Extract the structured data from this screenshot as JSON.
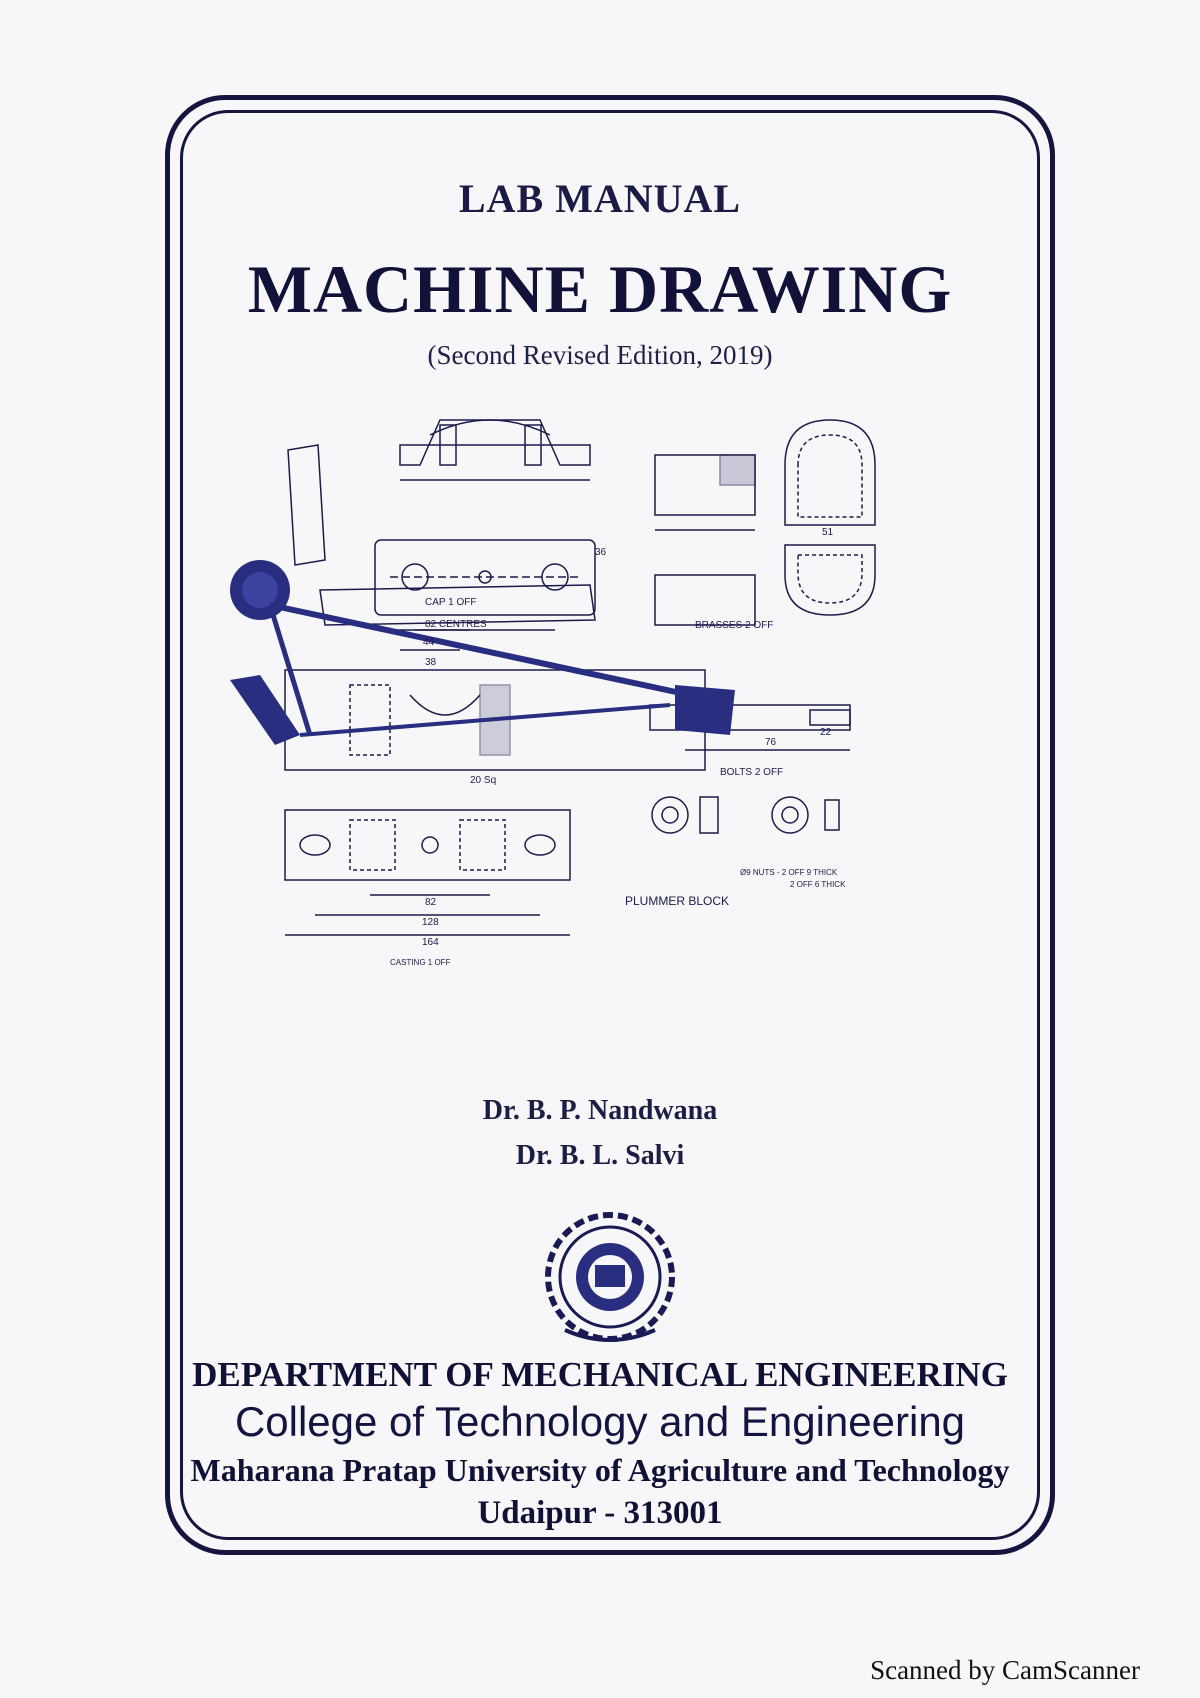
{
  "cover": {
    "label": "LAB MANUAL",
    "title": "MACHINE DRAWING",
    "edition": "(Second Revised Edition, 2019)"
  },
  "authors": [
    "Dr. B. P. Nandwana",
    "Dr. B. L. Salvi"
  ],
  "institution": {
    "department": "DEPARTMENT OF MECHANICAL ENGINEERING",
    "college": "College of Technology and Engineering",
    "university": "Maharana Pratap University of Agriculture and Technology",
    "city": "Udaipur - 313001"
  },
  "drawing_labels": {
    "centres": "82 CENTRES",
    "cap": "CAP 1 OFF",
    "brasses": "BRASSES 2 OFF",
    "bolts": "BOLTS 2 OFF",
    "nuts": "Ø9 NUTS - 2 OFF 9 THICK",
    "nuts2": "2 OFF 6 THICK",
    "plummer": "PLUMMER BLOCK",
    "casting": "CASTING 1 OFF",
    "dim_44": "44",
    "dim_38": "38",
    "dim_82": "82",
    "dim_128": "128",
    "dim_164": "164",
    "dim_76": "76",
    "dim_22": "22",
    "dim_20sq": "20 Sq",
    "dim_36": "36",
    "dim_51": "51"
  },
  "footer": {
    "scanner": "Scanned by CamScanner"
  },
  "colors": {
    "ink": "#15154a",
    "frame": "#151540",
    "paper": "#f7f7f9"
  }
}
